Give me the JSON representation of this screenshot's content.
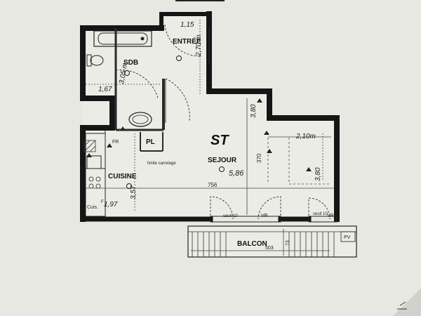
{
  "plan": {
    "rooms": {
      "sdb": "SDB",
      "entree": "ENTRÉE",
      "st": "ST",
      "sejour": "SEJOUR",
      "cuisine": "CUISINE",
      "pl": "PL",
      "balcon": "BALCON"
    },
    "fixtures": {
      "fr": "FR",
      "cuis": "Cuis.",
      "f": "F",
      "vr1": "VR",
      "vr2": "VR",
      "pv": "PV",
      "seuil1": "seuil 10",
      "seuil2": "seuil 10",
      "limite": "limite carrelage"
    },
    "dimensions": {
      "width_756": "756",
      "depth_370": "370",
      "balcon_503": "503",
      "balcon_73": "73"
    },
    "handwritten": {
      "entree_w": "1,15",
      "entree_h": "2,70 m",
      "sdb_h": "3,05 m",
      "sdb_w": "1,67",
      "sejour_area": "5,86",
      "sejour_h": "3,80",
      "sejour_w": "2,10m",
      "cuisine_h": "3,57",
      "cuisine_w": "1,97"
    },
    "colors": {
      "paper": "#e6e6e1",
      "wall": "#151515",
      "line": "#2a2a2a",
      "hand_ink": "#1c1c1c"
    }
  }
}
